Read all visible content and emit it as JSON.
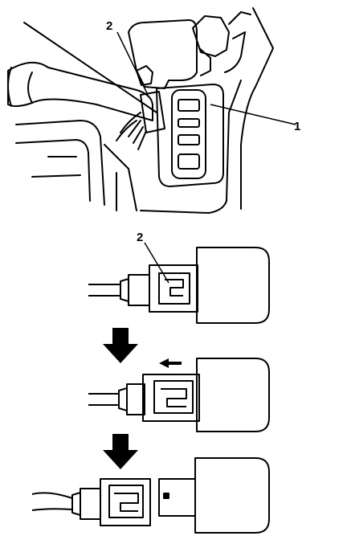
{
  "callouts": {
    "top_relay_label": "1",
    "top_connector_label": "2",
    "step1_connector_label": "2"
  },
  "colors": {
    "ink": "#000000",
    "paper": "#ffffff"
  },
  "icons": {
    "down_arrow": "down-arrow-icon",
    "slide_arrow": "left-arrow-icon"
  }
}
